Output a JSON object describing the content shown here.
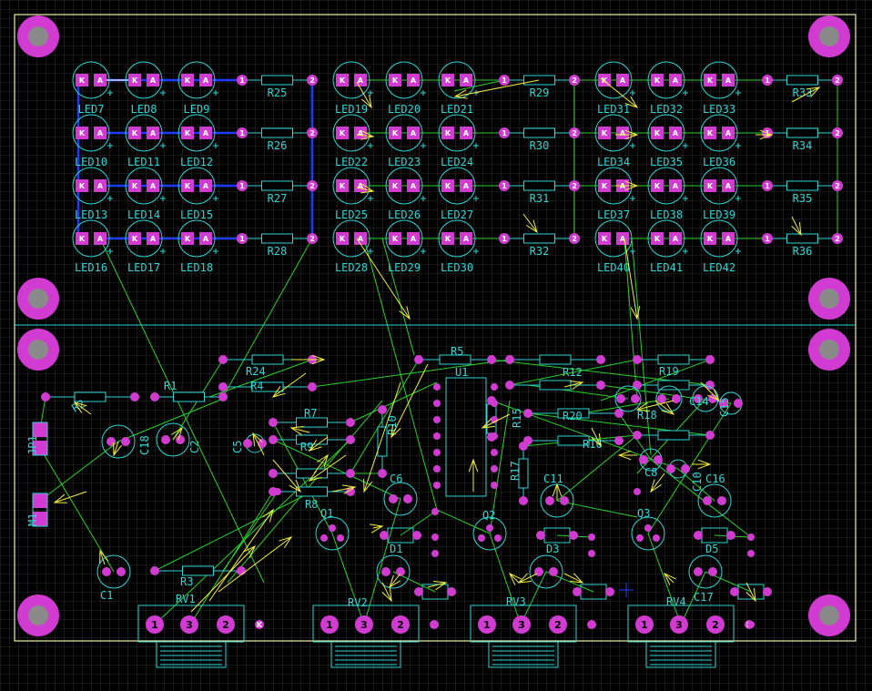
{
  "colors": {
    "background": "#000000",
    "grid": "#3a3a3a",
    "silkscreen": "#2fd6d6",
    "pad": "#d23bd2",
    "pad_hole": "#8a8a8a",
    "trace": "#1a3cff",
    "ratsnest": "#28d228",
    "arrow": "#f5f040",
    "outline": "#f0f0a0"
  },
  "led_groups": [
    {
      "leds": [
        "LED7",
        "LED8",
        "LED9",
        "LED10",
        "LED11",
        "LED12",
        "LED13",
        "LED14",
        "LED15",
        "LED16",
        "LED17",
        "LED18"
      ],
      "resistors": [
        "R25",
        "R26",
        "R27",
        "R28"
      ]
    },
    {
      "leds": [
        "LED19",
        "LED20",
        "LED21",
        "LED22",
        "LED23",
        "LED24",
        "LED25",
        "LED26",
        "LED27",
        "LED28",
        "LED29",
        "LED30"
      ],
      "resistors": [
        "R29",
        "R30",
        "R31",
        "R32"
      ]
    },
    {
      "leds": [
        "LED31",
        "LED32",
        "LED33",
        "LED34",
        "LED35",
        "LED36",
        "LED37",
        "LED38",
        "LED39",
        "LED40",
        "LED41",
        "LED42"
      ],
      "resistors": [
        "R33",
        "R34",
        "R35",
        "R36"
      ]
    }
  ],
  "led_pins": {
    "cathode": "K",
    "anode": "A"
  },
  "resistor_pins": [
    "1",
    "2"
  ],
  "lower_labels": [
    {
      "id": "R24",
      "text": "R24"
    },
    {
      "id": "R4",
      "text": "R4"
    },
    {
      "id": "R5",
      "text": "R5"
    },
    {
      "id": "U1",
      "text": "U1"
    },
    {
      "id": "R1",
      "text": "R1"
    },
    {
      "id": "R2",
      "text": "R2"
    },
    {
      "id": "C18",
      "text": "C18"
    },
    {
      "id": "C2",
      "text": "C2"
    },
    {
      "id": "C5",
      "text": "C5"
    },
    {
      "id": "R7",
      "text": "R7"
    },
    {
      "id": "R9",
      "text": "R9"
    },
    {
      "id": "R8",
      "text": "R8"
    },
    {
      "id": "C6",
      "text": "C6"
    },
    {
      "id": "Q1",
      "text": "Q1"
    },
    {
      "id": "D1",
      "text": "D1"
    },
    {
      "id": "R10",
      "text": "R10"
    },
    {
      "id": "JP1",
      "text": "JP1"
    },
    {
      "id": "M1",
      "text": "M1"
    },
    {
      "id": "C1",
      "text": "C1"
    },
    {
      "id": "R3",
      "text": "R3"
    },
    {
      "id": "RV1",
      "text": "RV1"
    },
    {
      "id": "RV2",
      "text": "RV2"
    },
    {
      "id": "RV3",
      "text": "RV3"
    },
    {
      "id": "RV4",
      "text": "RV4"
    },
    {
      "id": "R12",
      "text": "R12"
    },
    {
      "id": "R20",
      "text": "R20"
    },
    {
      "id": "R19",
      "text": "R19"
    },
    {
      "id": "R18",
      "text": "R18"
    },
    {
      "id": "R15",
      "text": "R15"
    },
    {
      "id": "R16",
      "text": "R16"
    },
    {
      "id": "R17",
      "text": "R17"
    },
    {
      "id": "C11",
      "text": "C11"
    },
    {
      "id": "Q2",
      "text": "Q2"
    },
    {
      "id": "D3",
      "text": "D3"
    },
    {
      "id": "C8",
      "text": "C8"
    },
    {
      "id": "Q3",
      "text": "Q3"
    },
    {
      "id": "C10",
      "text": "C10"
    },
    {
      "id": "C16",
      "text": "C16"
    },
    {
      "id": "D5",
      "text": "D5"
    },
    {
      "id": "C17",
      "text": "C17"
    },
    {
      "id": "C15",
      "text": "C15"
    },
    {
      "id": "C14",
      "text": "C14"
    }
  ],
  "pad_labels": {
    "one": "1",
    "two": "2",
    "three": "3",
    "k": "K"
  }
}
